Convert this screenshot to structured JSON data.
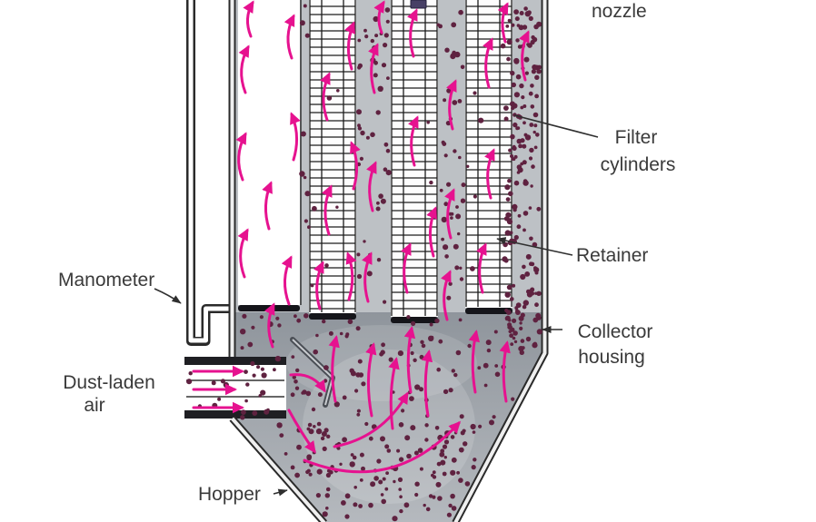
{
  "diagram": {
    "type": "labeled-illustration",
    "subject": "Fabric filter dust collector (baghouse)",
    "labels": {
      "nozzle": "nozzle",
      "filter_cylinders": [
        "Filter",
        "cylinders"
      ],
      "retainer": "Retainer",
      "collector_housing": [
        "Collector",
        "housing"
      ],
      "manometer": "Manometer",
      "dust_laden_air": [
        "Dust-laden",
        "air"
      ],
      "hopper": "Hopper"
    },
    "colors": {
      "flow_arrow": "#e6128f",
      "dust_particle": "#5f2240",
      "label_text": "#3a3a3a",
      "housing_gray": "#bdc1c5"
    }
  }
}
